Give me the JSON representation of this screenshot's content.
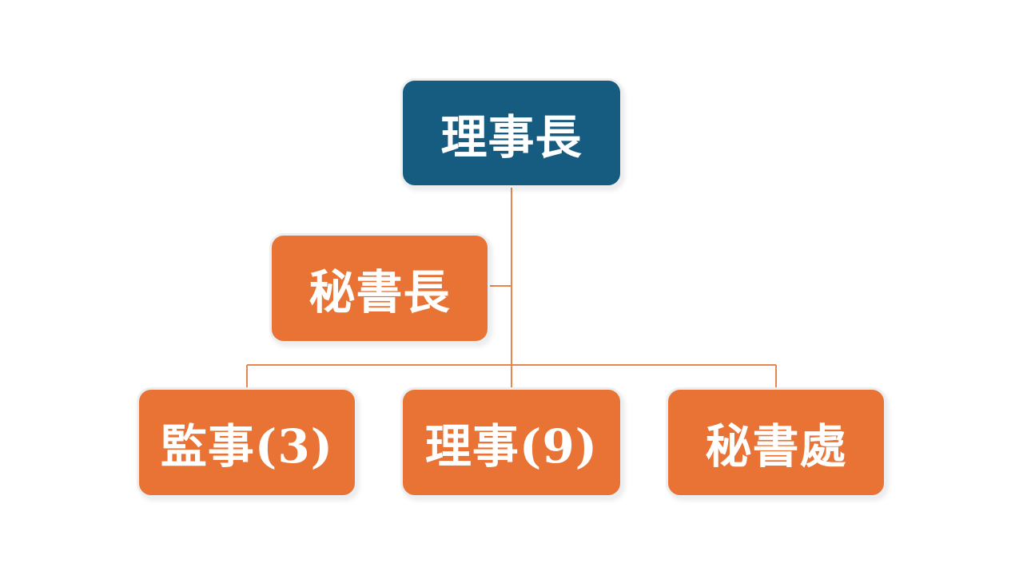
{
  "colors": {
    "top": "#165c80",
    "node": "#e87334",
    "line": "#e5864f"
  },
  "nodes": {
    "chairman": "理事長",
    "secretary_general": "秘書長",
    "supervisors": "監事(3)",
    "directors": "理事(9)",
    "secretariat": "秘書處"
  }
}
